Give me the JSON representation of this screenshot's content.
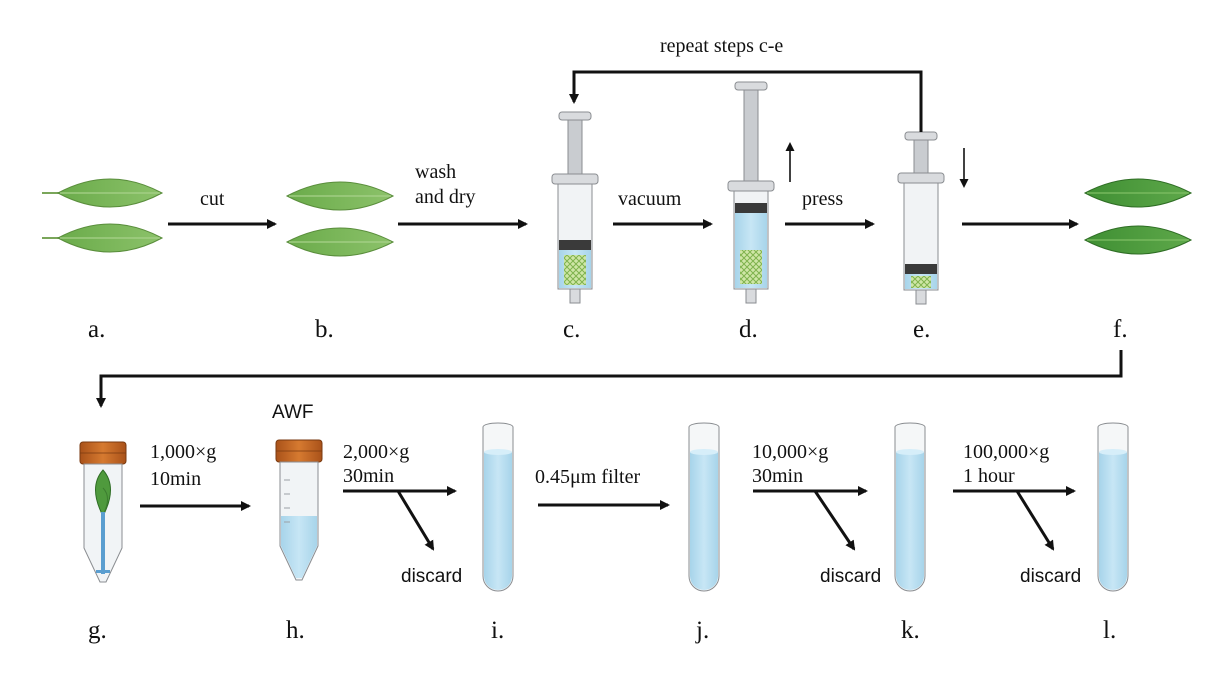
{
  "steps": {
    "a": "a.",
    "b": "b.",
    "c": "c.",
    "d": "d.",
    "e": "e.",
    "f": "f.",
    "g": "g.",
    "h": "h.",
    "i": "i.",
    "j": "j.",
    "k": "k.",
    "l": "l."
  },
  "labels": {
    "cut": "cut",
    "wash_1": "wash",
    "wash_2": "and dry",
    "vacuum": "vacuum",
    "press": "press",
    "repeat": "repeat steps c-e",
    "awf": "AWF",
    "spin1_speed": "1,000×g",
    "spin1_time": "10min",
    "spin2_speed": "2,000×g",
    "spin2_time": "30min",
    "filter": "0.45μm filter",
    "spin3_speed": "10,000×g",
    "spin3_time": "30min",
    "spin4_speed": "100,000×g",
    "spin4_time": "1 hour",
    "discard_1": "discard",
    "discard_2": "discard",
    "discard_3": "discard"
  },
  "colors": {
    "leaf_light": "#7db85a",
    "leaf_dark": "#4f9a3d",
    "liquid": "#b6dcef",
    "cap": "#c8651f",
    "syringe_gray": "#c9ccd0",
    "plunger_dark": "#3a3a3a"
  }
}
